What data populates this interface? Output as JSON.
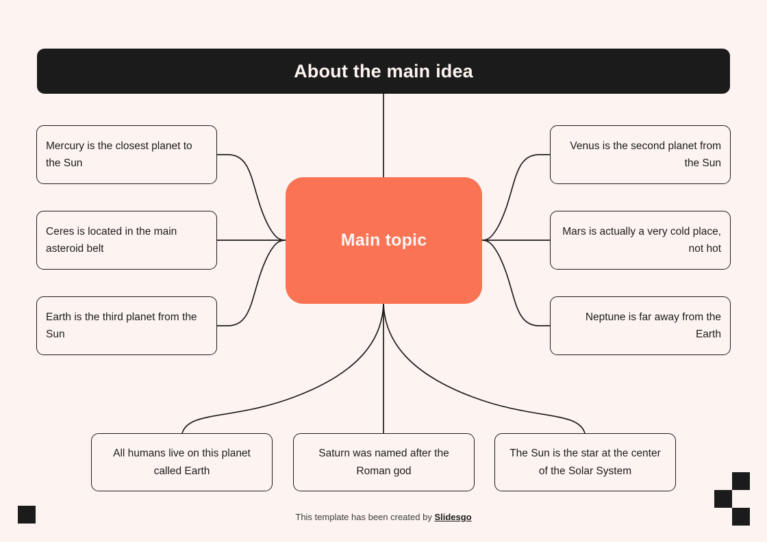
{
  "colors": {
    "background": "#fdf4f2",
    "ink": "#1c1b1b",
    "accent": "#f97354",
    "text_on_accent": "#fdf4f2"
  },
  "header": {
    "title": "About the main idea"
  },
  "center": {
    "label": "Main topic"
  },
  "branches": {
    "left": [
      {
        "id": "mercury",
        "text": "Mercury is the closest planet to the Sun"
      },
      {
        "id": "ceres",
        "text": "Ceres is located in the main asteroid belt"
      },
      {
        "id": "earth",
        "text": "Earth is the third planet from the Sun"
      }
    ],
    "right": [
      {
        "id": "venus",
        "text": "Venus is the second planet from the Sun"
      },
      {
        "id": "mars",
        "text": "Mars is actually a very cold place, not hot"
      },
      {
        "id": "neptune",
        "text": "Neptune is far away from the Earth"
      }
    ],
    "bottom": [
      {
        "id": "humans",
        "text": "All humans live on this planet called Earth"
      },
      {
        "id": "saturn",
        "text": "Saturn was named after the Roman god"
      },
      {
        "id": "sun",
        "text": "The Sun is the star at the center of the Solar System"
      }
    ]
  },
  "footer": {
    "prefix": "This template has been created by ",
    "brand": "Slidesgo"
  }
}
